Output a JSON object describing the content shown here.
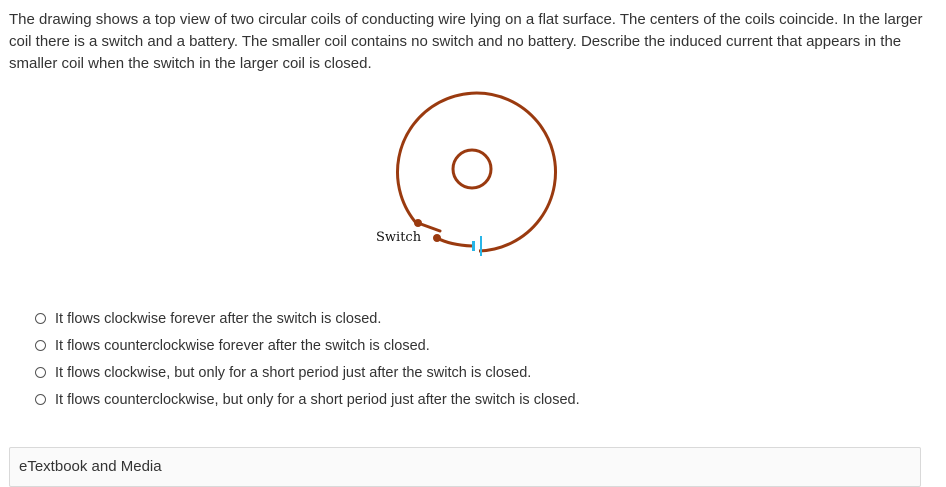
{
  "question": {
    "text": "The drawing shows a top view of two circular coils of conducting wire lying on a flat surface. The centers of the coils coincide. In the larger coil there is a switch and a battery. The smaller coil contains no switch and no battery. Describe the induced current that appears in the smaller coil when the switch in the larger coil is closed."
  },
  "figure": {
    "switch_label": "Switch",
    "coil_color": "#9a3a0f",
    "battery_color": "#29b6e8"
  },
  "options": [
    {
      "label": "It flows clockwise forever after the switch is closed.",
      "selected": false
    },
    {
      "label": "It flows counterclockwise forever after the switch is closed.",
      "selected": false
    },
    {
      "label": "It flows clockwise, but only for a short period just after the switch is closed.",
      "selected": false
    },
    {
      "label": "It flows counterclockwise, but only for a short period just after the switch is closed.",
      "selected": false
    }
  ],
  "etextbook": {
    "title": "eTextbook and Media"
  }
}
